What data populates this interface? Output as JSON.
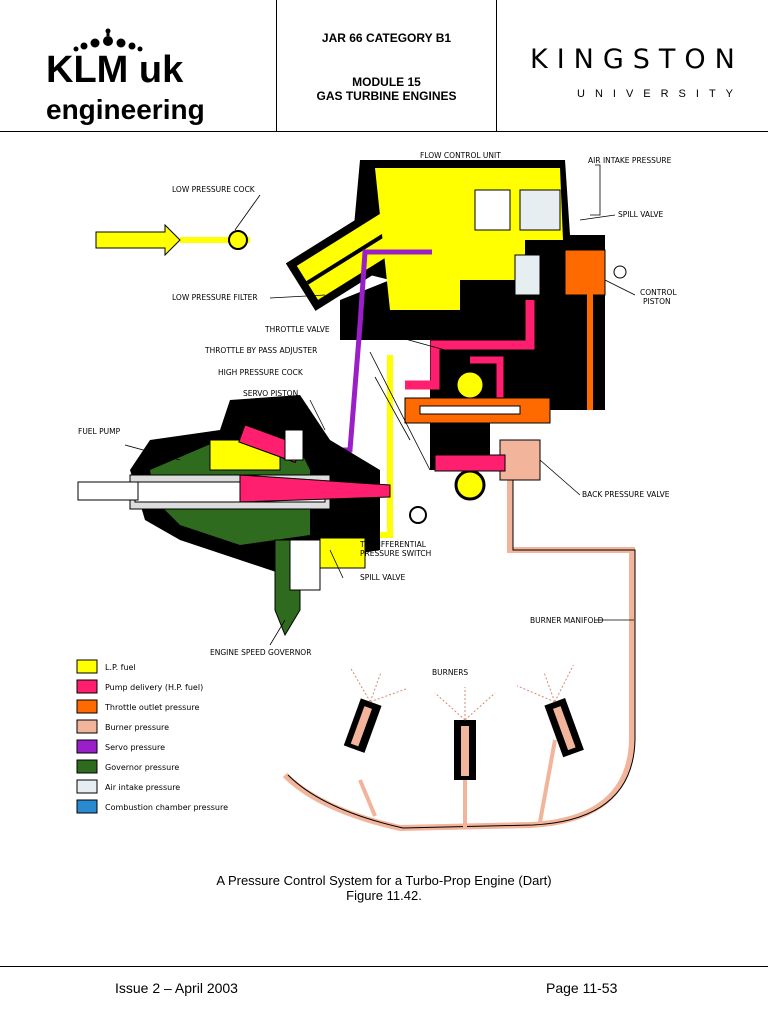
{
  "header": {
    "logo_brand": "KLM uk",
    "logo_sub": "engineering",
    "course": "JAR 66 CATEGORY B1",
    "module": "MODULE 15",
    "module_title": "GAS TURBINE ENGINES",
    "university_name": "KINGSTON",
    "university_sub": "UNIVERSITY"
  },
  "diagram": {
    "labels": {
      "flow_control_unit": "FLOW CONTROL UNIT",
      "air_intake_pressure": "AIR INTAKE PRESSURE",
      "spill_valve_top": "SPILL VALVE",
      "low_pressure_cock": "LOW PRESSURE COCK",
      "low_pressure_filter": "LOW PRESSURE FILTER",
      "control_piston_1": "CONTROL",
      "control_piston_2": "PISTON",
      "throttle_valve": "THROTTLE VALVE",
      "throttle_bypass": "THROTTLE BY PASS ADJUSTER",
      "high_pressure_cock": "HIGH PRESSURE COCK",
      "servo_piston": "SERVO PISTON",
      "fuel_pump": "FUEL PUMP",
      "back_pressure_valve": "BACK PRESSURE VALVE",
      "differential_1": "TO DIFFERENTIAL",
      "differential_2": "PRESSURE SWITCH",
      "spill_valve_bottom": "SPILL VALVE",
      "burner_manifold": "BURNER MANIFOLD",
      "engine_speed_governor": "ENGINE SPEED GOVERNOR",
      "burners": "BURNERS"
    },
    "legend": [
      {
        "label": "L.P. fuel",
        "color": "#ffff00"
      },
      {
        "label": "Pump delivery (H.P. fuel)",
        "color": "#ff1f6e"
      },
      {
        "label": "Throttle outlet pressure",
        "color": "#ff6a00"
      },
      {
        "label": "Burner pressure",
        "color": "#f2b49a"
      },
      {
        "label": "Servo pressure",
        "color": "#9b1fc8"
      },
      {
        "label": "Governor pressure",
        "color": "#2e6b1e"
      },
      {
        "label": "Air intake pressure",
        "color": "#e6eef2"
      },
      {
        "label": "Combustion chamber pressure",
        "color": "#2a8ad0"
      }
    ]
  },
  "caption": {
    "line1": "A Pressure Control System for a Turbo-Prop Engine (Dart)",
    "line2": "Figure 11.42."
  },
  "footer": {
    "issue": "Issue 2 – April 2003",
    "page": "Page 11-53"
  }
}
